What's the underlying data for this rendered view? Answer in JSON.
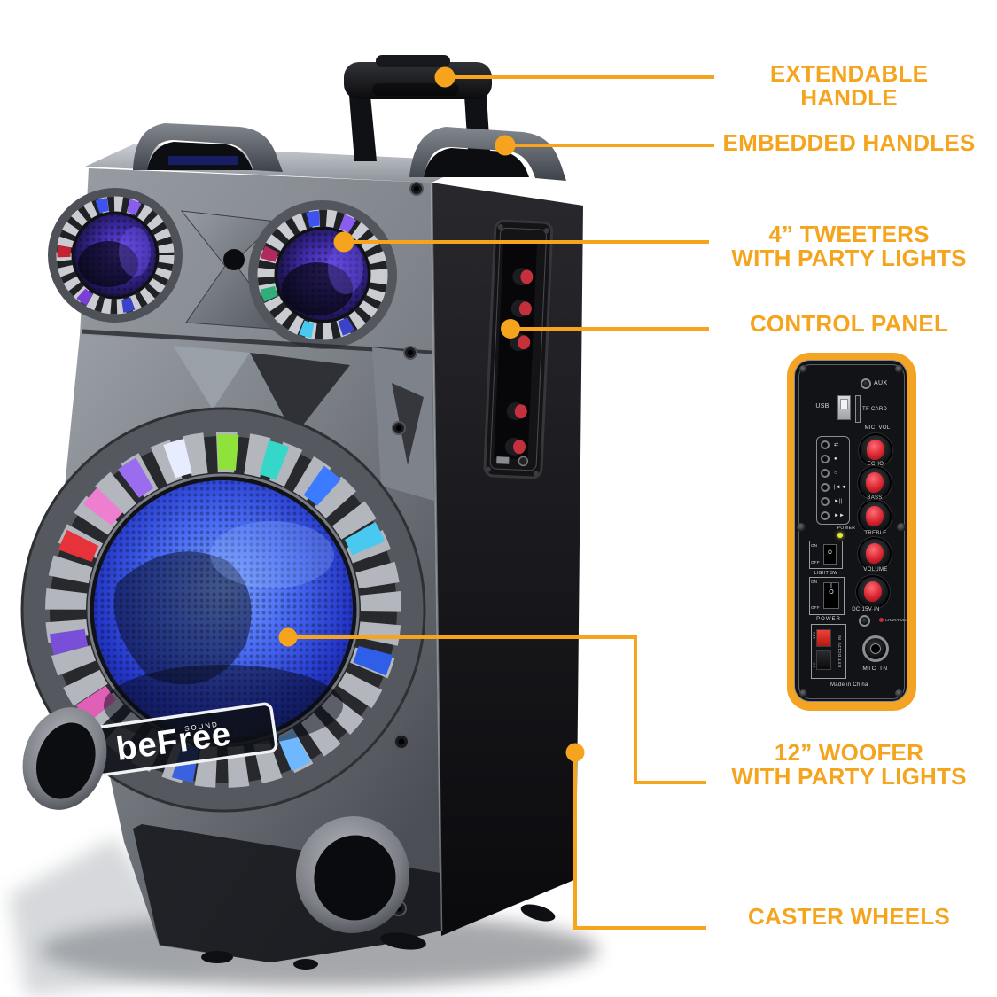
{
  "colors": {
    "accent_orange": "#F5A41E",
    "background": "#FFFFFF",
    "knob_red": "#D9252F"
  },
  "annotations": {
    "extendable_handle": "EXTENDABLE HANDLE",
    "embedded_handles": "EMBEDDED HANDLES",
    "tweeters_line1": "4” TWEETERS",
    "tweeters_line2": "WITH PARTY LIGHTS",
    "control_panel": "CONTROL PANEL",
    "woofer_line1": "12” WOOFER",
    "woofer_line2": "WITH PARTY LIGHTS",
    "caster_wheels": "CASTER WHEELS"
  },
  "product": {
    "brand": "beFree",
    "brand_sub": "SOUND"
  },
  "control_panel_inset": {
    "aux_label": "AUX",
    "usb_label": "USB",
    "tf_card_label": "TF CARD",
    "mic_vol_label": "MIC. VOL",
    "echo_label": "ECHO",
    "bass_label": "BASS",
    "treble_label": "TREBLE",
    "volume_label": "VOLUME",
    "power_led_label": "POWER",
    "light_switch": {
      "on": "ON",
      "off": "OFF",
      "label": "LIGHT SW"
    },
    "power_switch": {
      "on": "ON",
      "off": "OFF",
      "label": "POWER"
    },
    "rocker_on_mark": "I",
    "rocker_off_mark": "O",
    "dc_in_label": "DC 15V IN",
    "charge_led_label": "CHAR/FULL",
    "ext_dc_label": "EXT DC12V IN",
    "v12_label": "12V",
    "v0_label": "0V",
    "mic_in_label": "MIC IN",
    "made_in_label": "Made in China",
    "media_buttons": [
      {
        "name": "mode-icon",
        "glyph": "⇄"
      },
      {
        "name": "record-icon",
        "glyph": "●"
      },
      {
        "name": "repeat-icon",
        "glyph": "○"
      },
      {
        "name": "previous-icon",
        "glyph": "|◄◄"
      },
      {
        "name": "play-pause-icon",
        "glyph": "►||"
      },
      {
        "name": "next-icon",
        "glyph": "►►|"
      }
    ]
  }
}
